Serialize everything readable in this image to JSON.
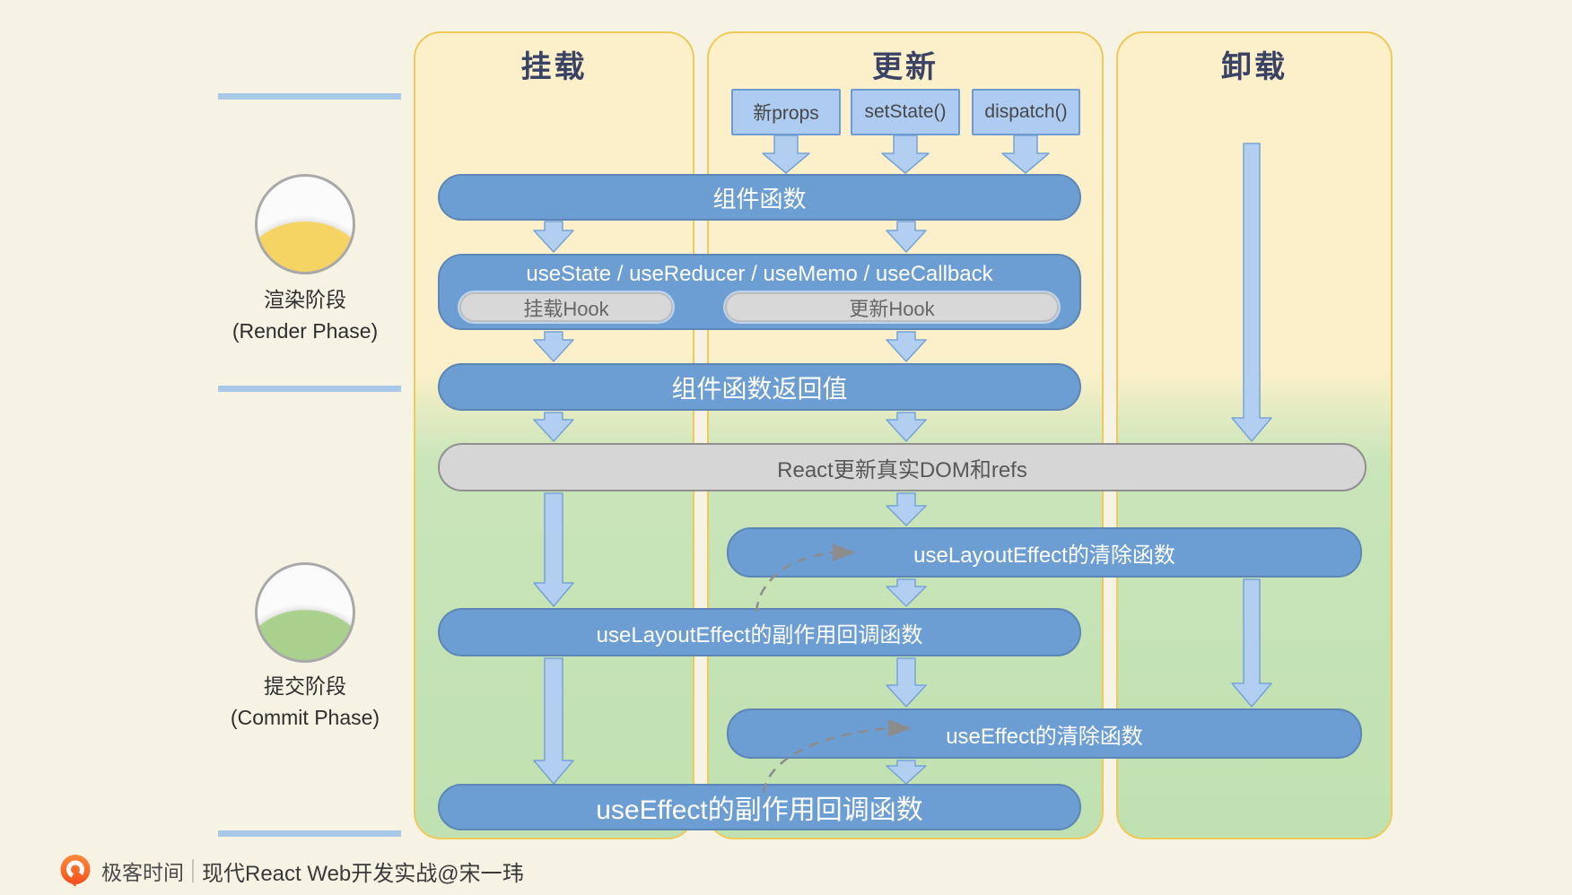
{
  "columns": [
    {
      "label": "挂载"
    },
    {
      "label": "更新"
    },
    {
      "label": "卸载"
    }
  ],
  "triggers": [
    {
      "label": "新props"
    },
    {
      "label": "setState()"
    },
    {
      "label": "dispatch()"
    }
  ],
  "nodes": {
    "component_fn": "组件函数",
    "hooks": "useState / useReducer / useMemo / useCallback",
    "mount_hook": "挂载Hook",
    "update_hook": "更新Hook",
    "return_value": "组件函数返回值",
    "dom_update": "React更新真实DOM和refs",
    "layout_effect_cleanup": "useLayoutEffect的清除函数",
    "layout_effect_callback": "useLayoutEffect的副作用回调函数",
    "effect_cleanup": "useEffect的清除函数",
    "effect_callback": "useEffect的副作用回调函数"
  },
  "legend": {
    "render": {
      "zh": "渲染阶段",
      "en": "(Render Phase)",
      "color": "#F6D463"
    },
    "commit": {
      "zh": "提交阶段",
      "en": "(Commit Phase)",
      "color": "#A9D08C"
    }
  },
  "footer": {
    "brand": "极客时间",
    "course": "现代React Web开发实战@宋一玮"
  },
  "colors": {
    "pill_blue": "#6D9ED3",
    "arrow_blue": "#B2CFF2",
    "panel_yellow": "#FBF0C9",
    "panel_green": "#C0E1B1",
    "gray_pill": "#D6D6D6",
    "accent_border": "#F0CA58"
  }
}
